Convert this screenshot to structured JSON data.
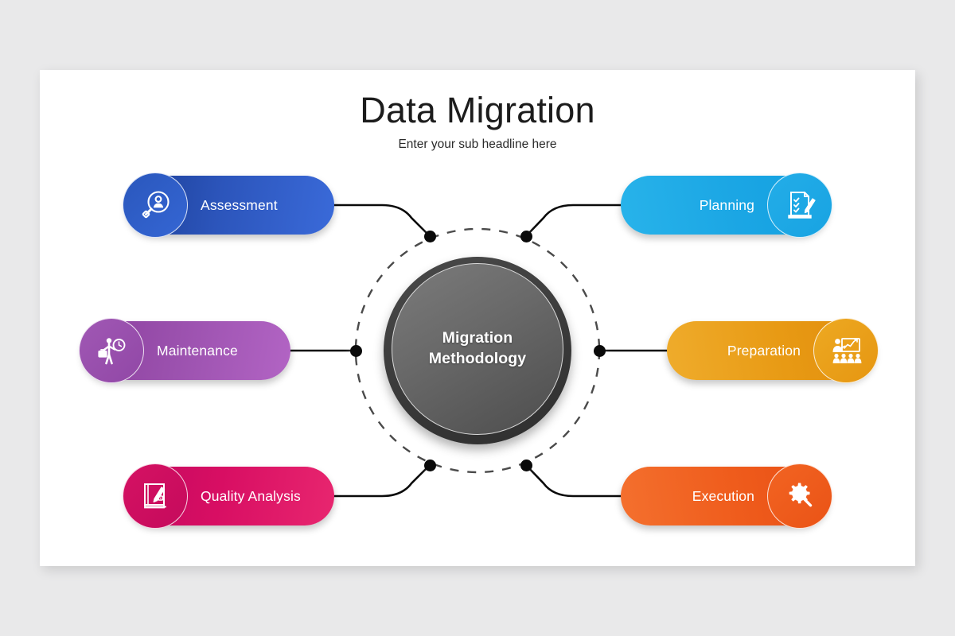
{
  "page": {
    "background_color": "#e9e9ea",
    "card_color": "#ffffff"
  },
  "header": {
    "title": "Data Migration",
    "subtitle": "Enter your sub headline here"
  },
  "hub": {
    "label_line1": "Migration",
    "label_line2": "Methodology",
    "fill_color": "#5b5b5b",
    "ring_color": "#3a3a3a"
  },
  "nodes": [
    {
      "id": "assessment",
      "label": "Assessment",
      "icon": "magnifier-person-icon",
      "color": "#2c55bb",
      "side": "left",
      "position": "top"
    },
    {
      "id": "planning",
      "label": "Planning",
      "icon": "clipboard-checklist-pen-icon",
      "color": "#1ba6e4",
      "side": "right",
      "position": "top"
    },
    {
      "id": "maintenance",
      "label": "Maintenance",
      "icon": "technician-clock-icon",
      "color": "#9b51ae",
      "side": "left",
      "position": "middle"
    },
    {
      "id": "preparation",
      "label": "Preparation",
      "icon": "presentation-training-icon",
      "color": "#e89a14",
      "side": "right",
      "position": "middle"
    },
    {
      "id": "quality",
      "label": "Quality Analysis",
      "icon": "notebook-pen-icon",
      "color": "#d80e63",
      "side": "left",
      "position": "bottom"
    },
    {
      "id": "execution",
      "label": "Execution",
      "icon": "gear-magnifier-icon",
      "color": "#ef5c1c",
      "side": "right",
      "position": "bottom"
    }
  ],
  "diagram": {
    "connector_color": "#0a0a0a",
    "dashed_ring_color": "#0a0a0a",
    "node_count": 6
  }
}
